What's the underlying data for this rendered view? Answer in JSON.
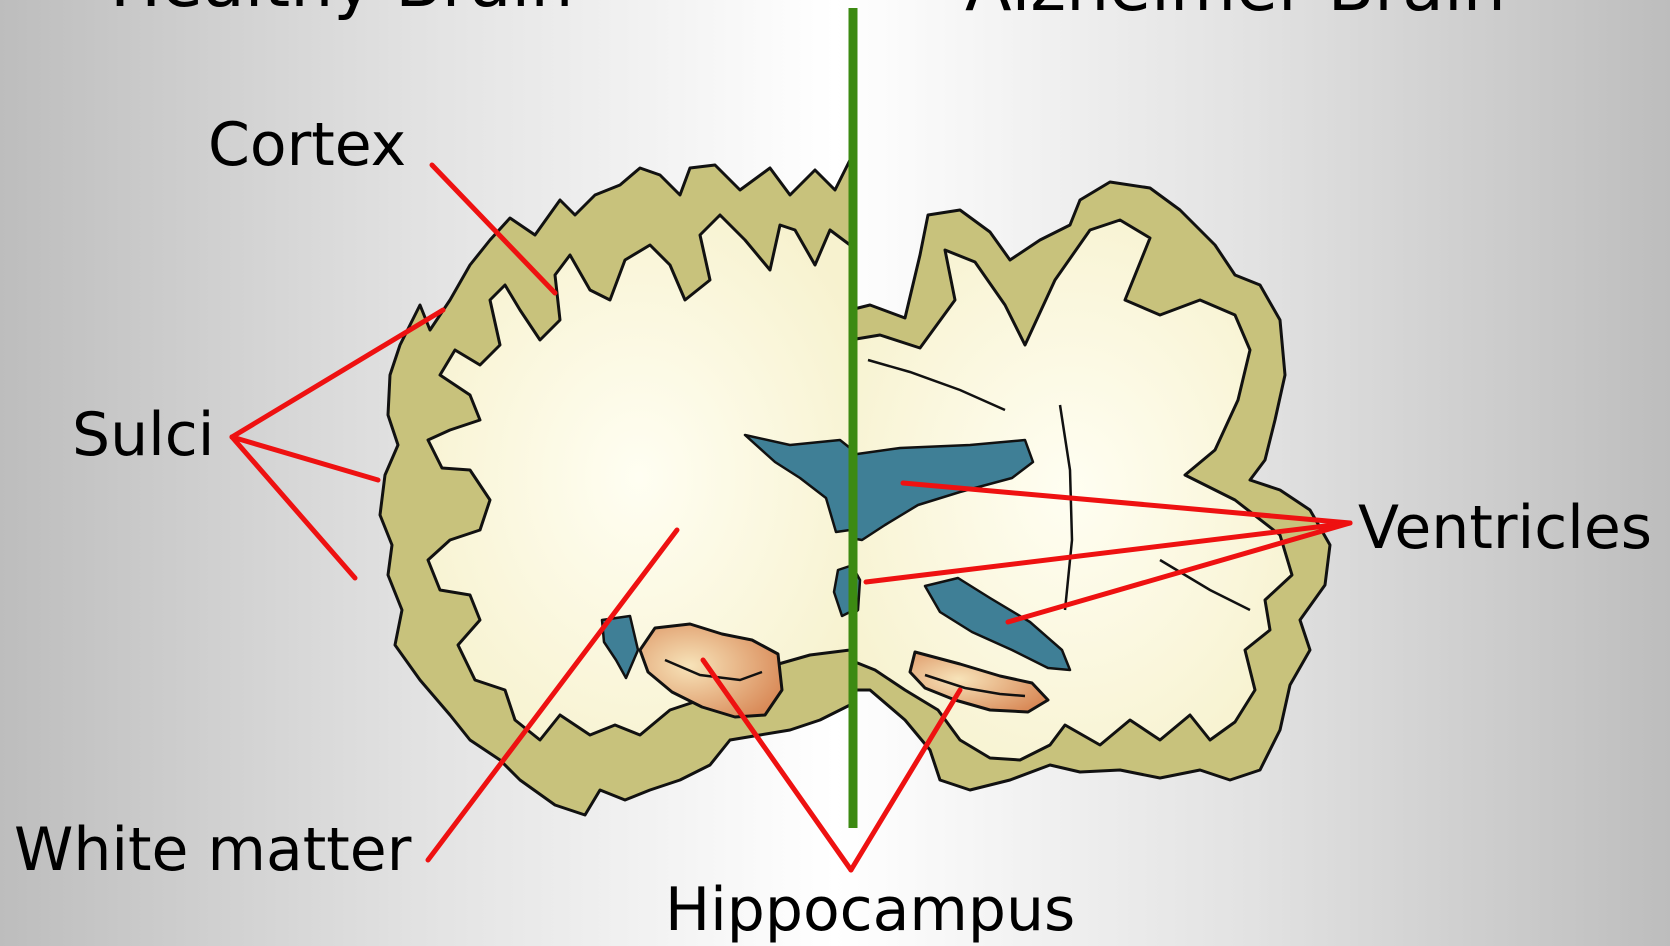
{
  "headings": {
    "left": "Healthy Brain",
    "right": "Alzheimer Brain"
  },
  "labels": {
    "cortex": "Cortex",
    "sulci": "Sulci",
    "white_matter": "White matter",
    "hippocampus": "Hippocampus",
    "ventricles": "Ventricles"
  },
  "colors": {
    "cortex": "#c8c27c",
    "white_matter": "#fbf8df",
    "ventricle": "#3f7f96",
    "hippocampus": "#dd9e6a",
    "pointer": "#ee1111",
    "divider": "#3c8a12",
    "outline": "#111111"
  }
}
